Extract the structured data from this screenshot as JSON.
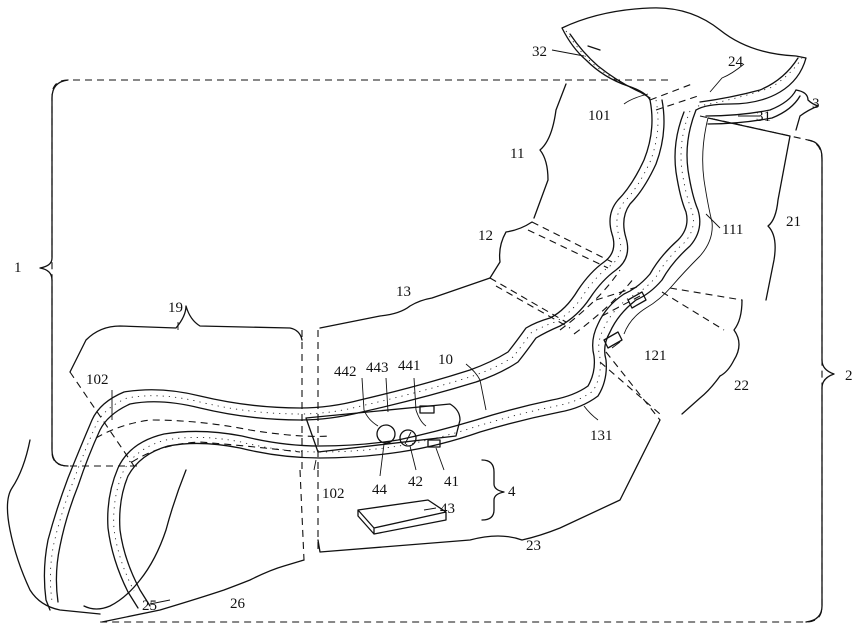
{
  "labels": {
    "l1": "1",
    "l2": "2",
    "l3": "3",
    "l4": "4",
    "l10": "10",
    "l11": "11",
    "l12": "12",
    "l13": "13",
    "l19": "19",
    "l21": "21",
    "l22": "22",
    "l23": "23",
    "l24": "24",
    "l25": "25",
    "l26": "26",
    "l31": "31",
    "l32": "32",
    "l41": "41",
    "l42": "42",
    "l43": "43",
    "l44": "44",
    "l101": "101",
    "l102a": "102",
    "l102b": "102",
    "l111": "111",
    "l121": "121",
    "l131": "131",
    "l441": "441",
    "l442": "442",
    "l443": "443"
  }
}
